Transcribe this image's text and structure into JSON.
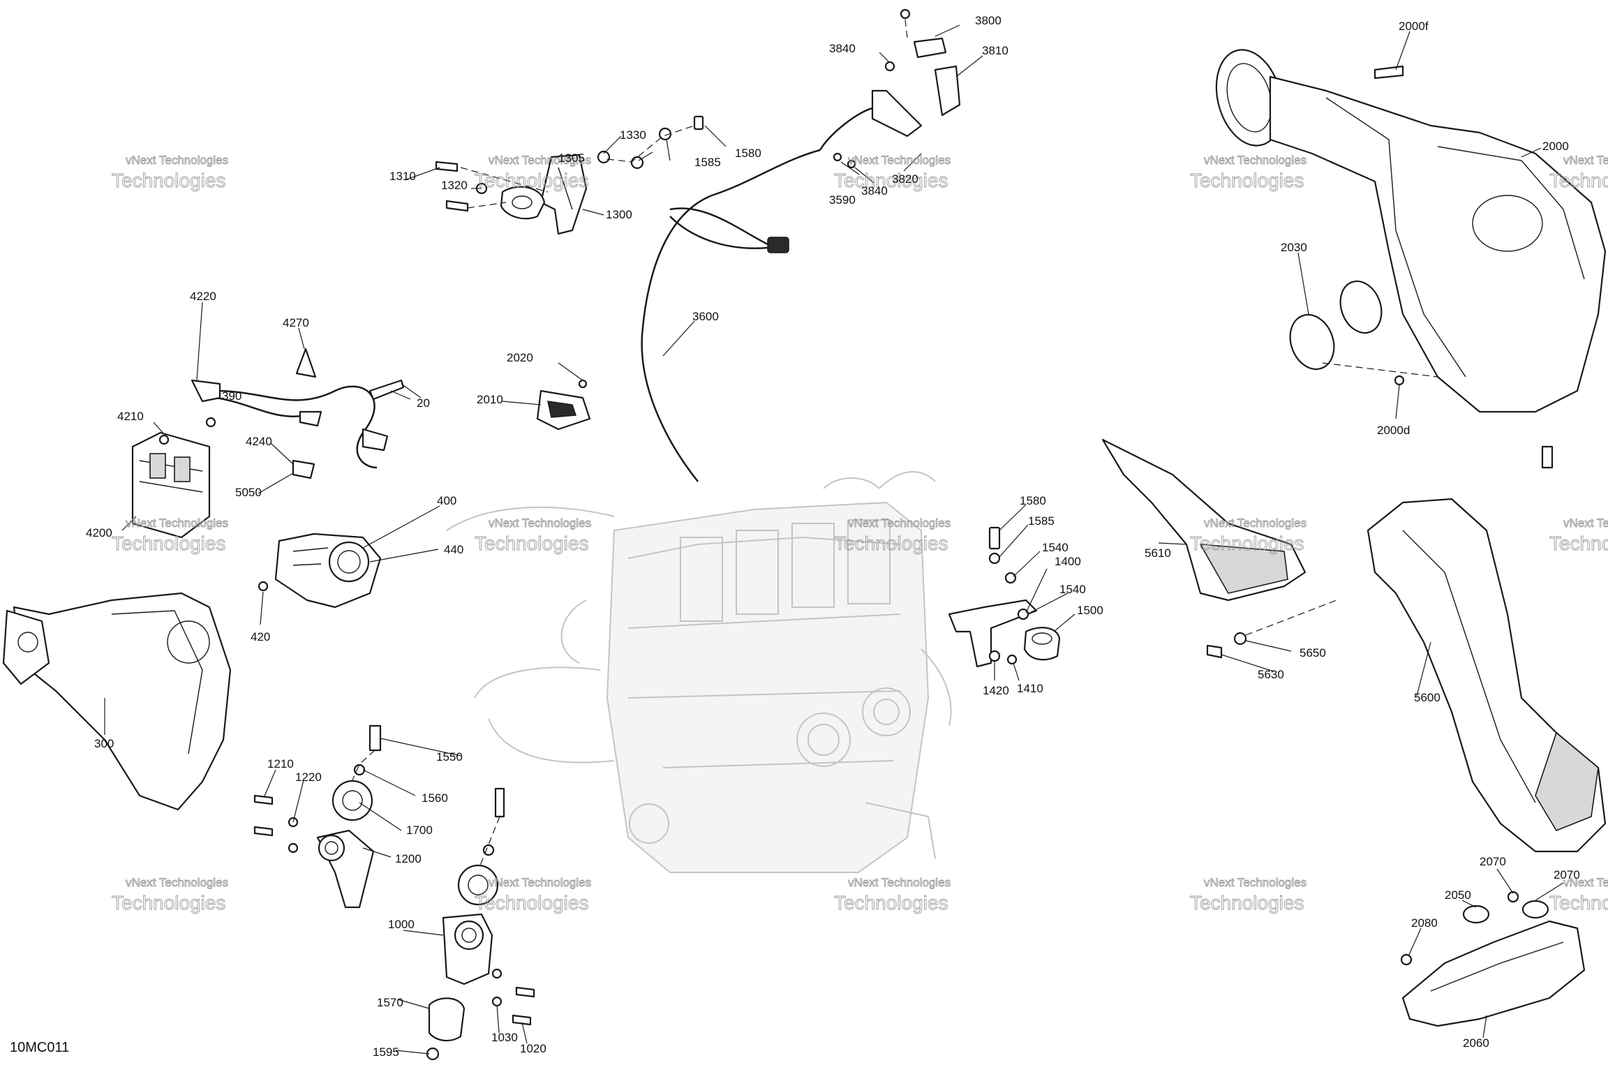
{
  "diagram_code": "10MC011",
  "watermark": {
    "line1": "vNext Technologies",
    "line2": "vNext",
    "line3": "Technologies"
  },
  "callouts": [
    {
      "id": "3800",
      "text": "3800"
    },
    {
      "id": "3810",
      "text": "3810"
    },
    {
      "id": "3840a",
      "text": "3840"
    },
    {
      "id": "3840b",
      "text": "3840"
    },
    {
      "id": "3820",
      "text": "3820"
    },
    {
      "id": "3590",
      "text": "3590"
    },
    {
      "id": "3600",
      "text": "3600"
    },
    {
      "id": "1330",
      "text": "1330"
    },
    {
      "id": "1305",
      "text": "1305"
    },
    {
      "id": "1585a",
      "text": "1585"
    },
    {
      "id": "1580a",
      "text": "1580"
    },
    {
      "id": "1310",
      "text": "1310"
    },
    {
      "id": "1320",
      "text": "1320"
    },
    {
      "id": "1300",
      "text": "1300"
    },
    {
      "id": "4220",
      "text": "4220"
    },
    {
      "id": "4270",
      "text": "4270"
    },
    {
      "id": "390",
      "text": "390"
    },
    {
      "id": "20",
      "text": "20"
    },
    {
      "id": "4210",
      "text": "4210"
    },
    {
      "id": "4240",
      "text": "4240"
    },
    {
      "id": "5050",
      "text": "5050"
    },
    {
      "id": "4200",
      "text": "4200"
    },
    {
      "id": "2020",
      "text": "2020"
    },
    {
      "id": "2010",
      "text": "2010"
    },
    {
      "id": "400",
      "text": "400"
    },
    {
      "id": "440",
      "text": "440"
    },
    {
      "id": "420",
      "text": "420"
    },
    {
      "id": "300",
      "text": "300"
    },
    {
      "id": "1210",
      "text": "1210"
    },
    {
      "id": "1220",
      "text": "1220"
    },
    {
      "id": "1550",
      "text": "1550"
    },
    {
      "id": "1560",
      "text": "1560"
    },
    {
      "id": "1700",
      "text": "1700"
    },
    {
      "id": "1200",
      "text": "1200"
    },
    {
      "id": "1000",
      "text": "1000"
    },
    {
      "id": "1570",
      "text": "1570"
    },
    {
      "id": "1595",
      "text": "1595"
    },
    {
      "id": "1030",
      "text": "1030"
    },
    {
      "id": "1020",
      "text": "1020"
    },
    {
      "id": "1580b",
      "text": "1580"
    },
    {
      "id": "1585b",
      "text": "1585"
    },
    {
      "id": "1540a",
      "text": "1540"
    },
    {
      "id": "1400",
      "text": "1400"
    },
    {
      "id": "1540b",
      "text": "1540"
    },
    {
      "id": "1500",
      "text": "1500"
    },
    {
      "id": "1420",
      "text": "1420"
    },
    {
      "id": "1410",
      "text": "1410"
    },
    {
      "id": "2000f",
      "text": "2000f"
    },
    {
      "id": "2000",
      "text": "2000"
    },
    {
      "id": "2030",
      "text": "2030"
    },
    {
      "id": "2000d",
      "text": "2000d"
    },
    {
      "id": "5610",
      "text": "5610"
    },
    {
      "id": "5650",
      "text": "5650"
    },
    {
      "id": "5630",
      "text": "5630"
    },
    {
      "id": "5600",
      "text": "5600"
    },
    {
      "id": "2070a",
      "text": "2070"
    },
    {
      "id": "2070b",
      "text": "2070"
    },
    {
      "id": "2050",
      "text": "2050"
    },
    {
      "id": "2080",
      "text": "2080"
    },
    {
      "id": "2060",
      "text": "2060"
    }
  ]
}
